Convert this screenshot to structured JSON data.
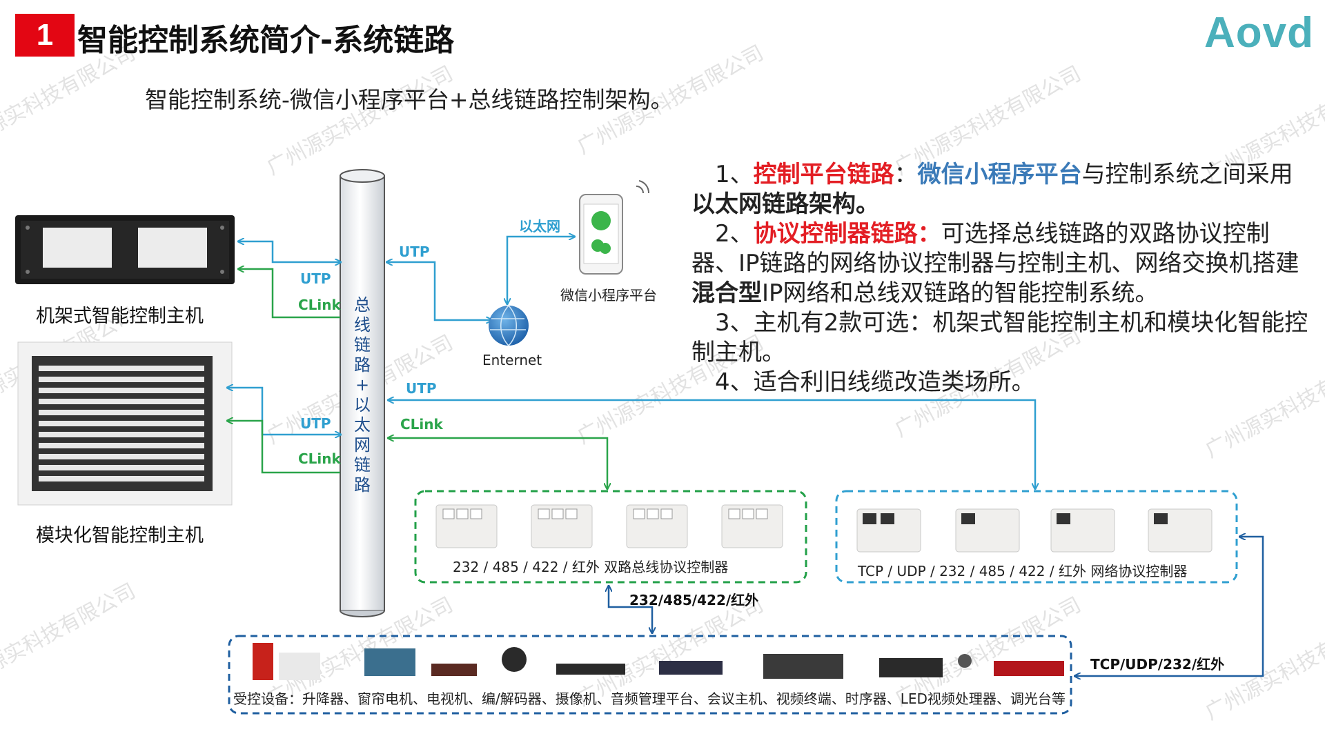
{
  "header": {
    "number": "1",
    "title": "智能控制系统简介-系统链路",
    "logo": "Aovd"
  },
  "subtitle": "智能控制系统-微信小程序平台+总线链路控制架构。",
  "watermark": "广州源实科技有限公司",
  "description": {
    "p1": {
      "prefix": "1、",
      "red": "控制平台链路",
      "colon": "：",
      "blue": "微信小程序平台",
      "text": "与控制系统之间采用",
      "bold": "以太网链路架构。"
    },
    "p2": {
      "prefix": "2、",
      "red": "协议控制器链路：",
      "text": "可选择总线链路的双路协议控制器、IP链路的网络协议控制器与控制主机、网络交换机搭建",
      "bold": "混合型",
      "text2": "IP网络和总线双链路的智能控制系统。"
    },
    "p3": "3、主机有2款可选：机架式智能控制主机和模块化智能控制主机。",
    "p4": "4、适合利旧线缆改造类场所。"
  },
  "hosts": {
    "rack_label": "机架式智能控制主机",
    "modular_label": "模块化智能控制主机"
  },
  "bus": {
    "label": "总线链路+以太网链路",
    "chars": [
      "总",
      "线",
      "链",
      "路",
      "+",
      "以",
      "太",
      "网",
      "链",
      "路"
    ]
  },
  "links": {
    "utp": "UTP",
    "clink": "CLink",
    "ethernet": "以太网",
    "bus_protocols": "232/485/422/红外",
    "net_protocols": "TCP/UDP/232/红外"
  },
  "cloud": {
    "internet_label": "Enternet",
    "wechat_label": "微信小程序平台"
  },
  "controllers": {
    "bus_caption": "232 / 485 / 422 / 红外 双路总线协议控制器",
    "net_caption": "TCP / UDP / 232 / 485 / 422 / 红外 网络协议控制器"
  },
  "devices": {
    "caption": "受控设备：升降器、窗帘电机、电视机、编/解码器、摄像机、音频管理平台、会议主机、视频终端、时序器、LED视频处理器、调光台等"
  },
  "colors": {
    "accent_red": "#e30613",
    "utp_blue": "#2f9fd0",
    "clink_green": "#2aa44a",
    "bus_box_green": "#22a048",
    "net_box_blue": "#2f9fd0",
    "device_box_navy": "#1f5fa0",
    "logo_teal": "#4bb0bb"
  }
}
